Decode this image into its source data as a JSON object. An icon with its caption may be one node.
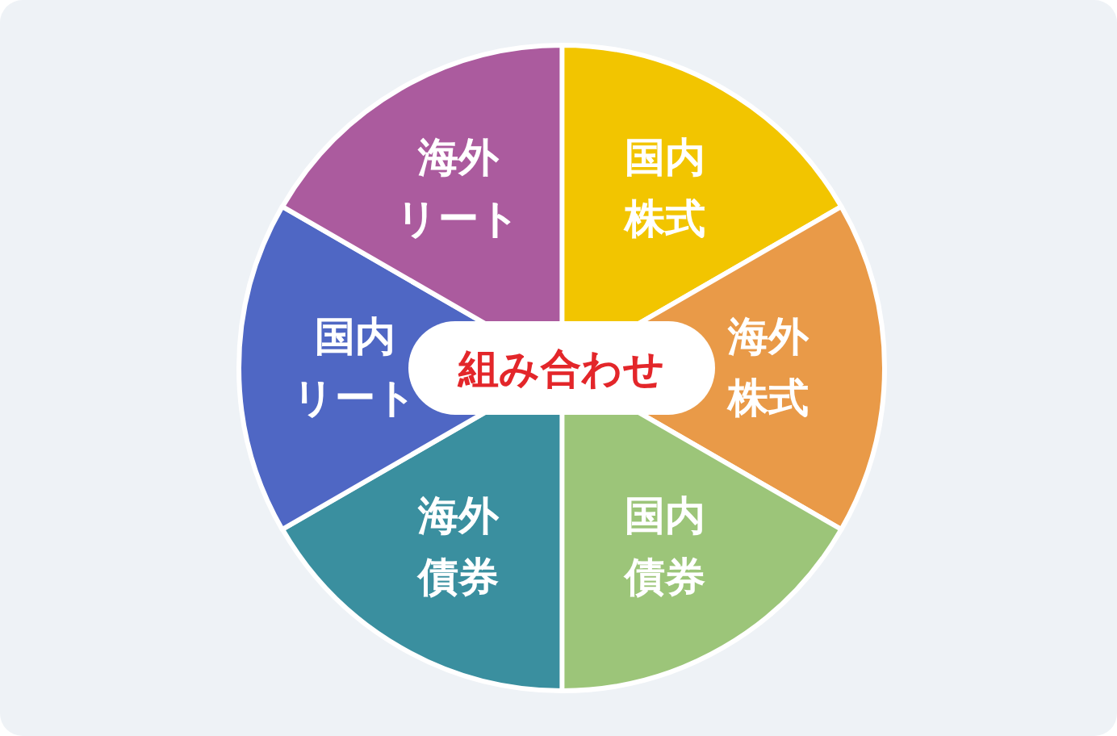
{
  "diagram": {
    "nodes": [
      {
        "text": [
          "国内株式"
        ]
      },
      {
        "text": [
          "海外株式"
        ]
      },
      {
        "text": [
          "国内債券"
        ]
      },
      {
        "text": [
          "海外債券"
        ]
      },
      {
        "text": [
          "国内リート"
        ]
      },
      {
        "text": [
          "海外リート"
        ]
      },
      {
        "text": [
          "組み合わせ"
        ]
      }
    ],
    "edges": []
  }
}
